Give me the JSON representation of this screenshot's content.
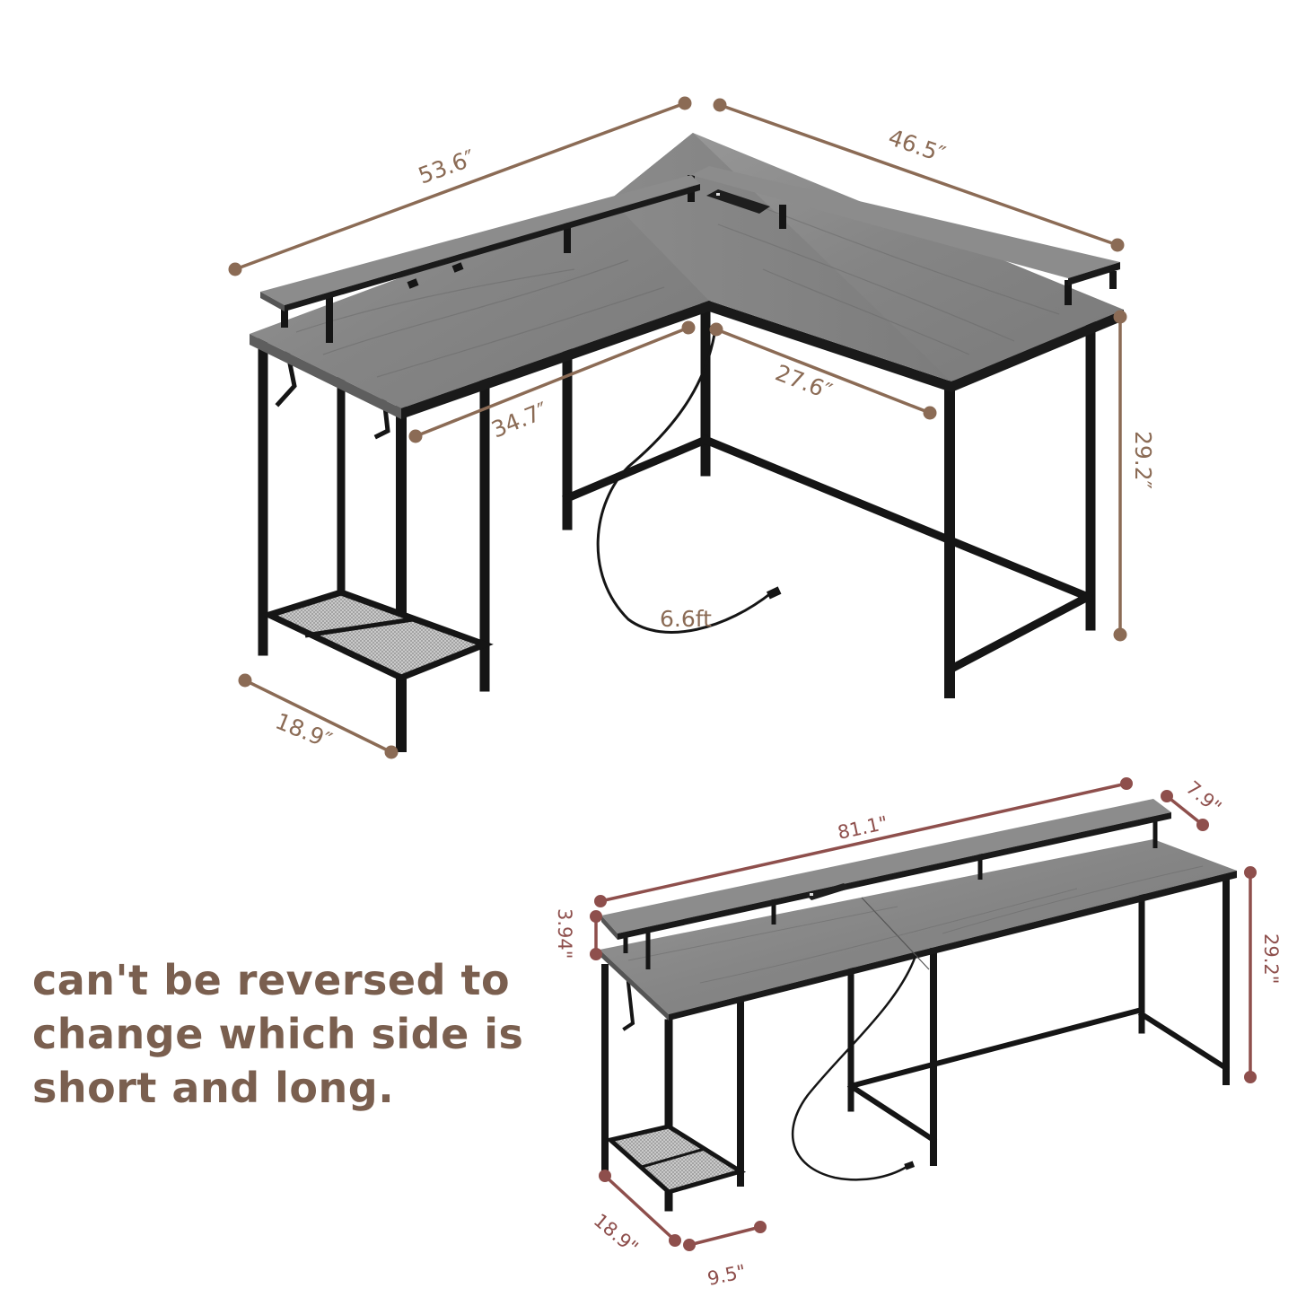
{
  "colors": {
    "upper_dimension": "#8b6b55",
    "lower_dimension": "#8e4f4c",
    "note_text": "#7a5f4f",
    "wood_top": "#8e8e8e",
    "wood_dark": "#6f6f6f",
    "frame": "#151515",
    "background": "#ffffff"
  },
  "l_shape_desk": {
    "dimensions": {
      "long_side_length": "53.6″",
      "short_side_length": "46.5″",
      "inner_long_length": "34.7″",
      "inner_short_length": "27.6″",
      "height": "29.2″",
      "depth": "18.9″",
      "power_cord_length": "6.6ft"
    }
  },
  "straight_desk": {
    "dimensions": {
      "total_length": "81.1\"",
      "monitor_shelf_depth": "7.9\"",
      "monitor_shelf_height": "3.94\"",
      "height": "29.2\"",
      "depth": "18.9\"",
      "shelf_width": "9.5\""
    }
  },
  "note": {
    "lines": [
      "can't be reversed to",
      "change which side is",
      "short and long."
    ]
  }
}
